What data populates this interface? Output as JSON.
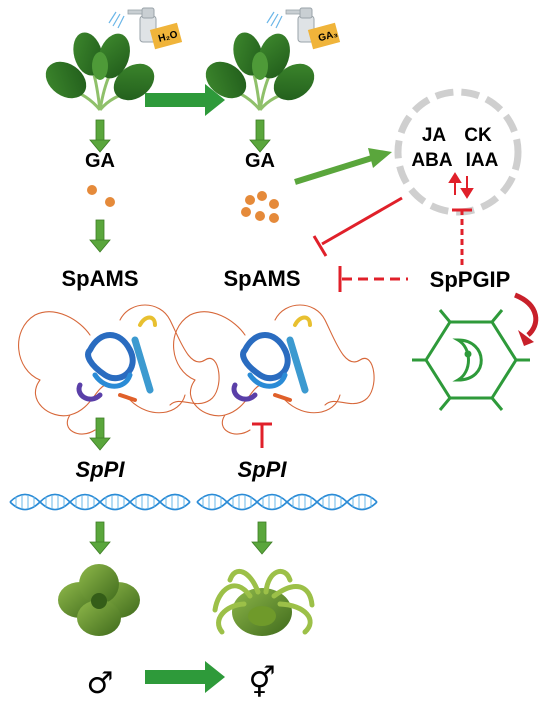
{
  "treatments": {
    "left": "H2O",
    "right": "GA3"
  },
  "hormone": {
    "left": "GA",
    "right": "GA"
  },
  "protein": {
    "left": "SpAMS",
    "right": "SpAMS"
  },
  "gene": {
    "left": "SpPI",
    "right": "SpPI"
  },
  "hormone_cluster": {
    "line1": [
      "JA",
      "CK"
    ],
    "line2": [
      "ABA",
      "IAA"
    ]
  },
  "regulator": "SpPGIP",
  "sex": {
    "left": "♂",
    "right": "⚥"
  },
  "colors": {
    "activate": "#5aa63c",
    "inhibit": "#e0202a",
    "ga_dot": "#e58a3a",
    "cell": "#2e9a3a",
    "dna": "#2a8bd6"
  }
}
